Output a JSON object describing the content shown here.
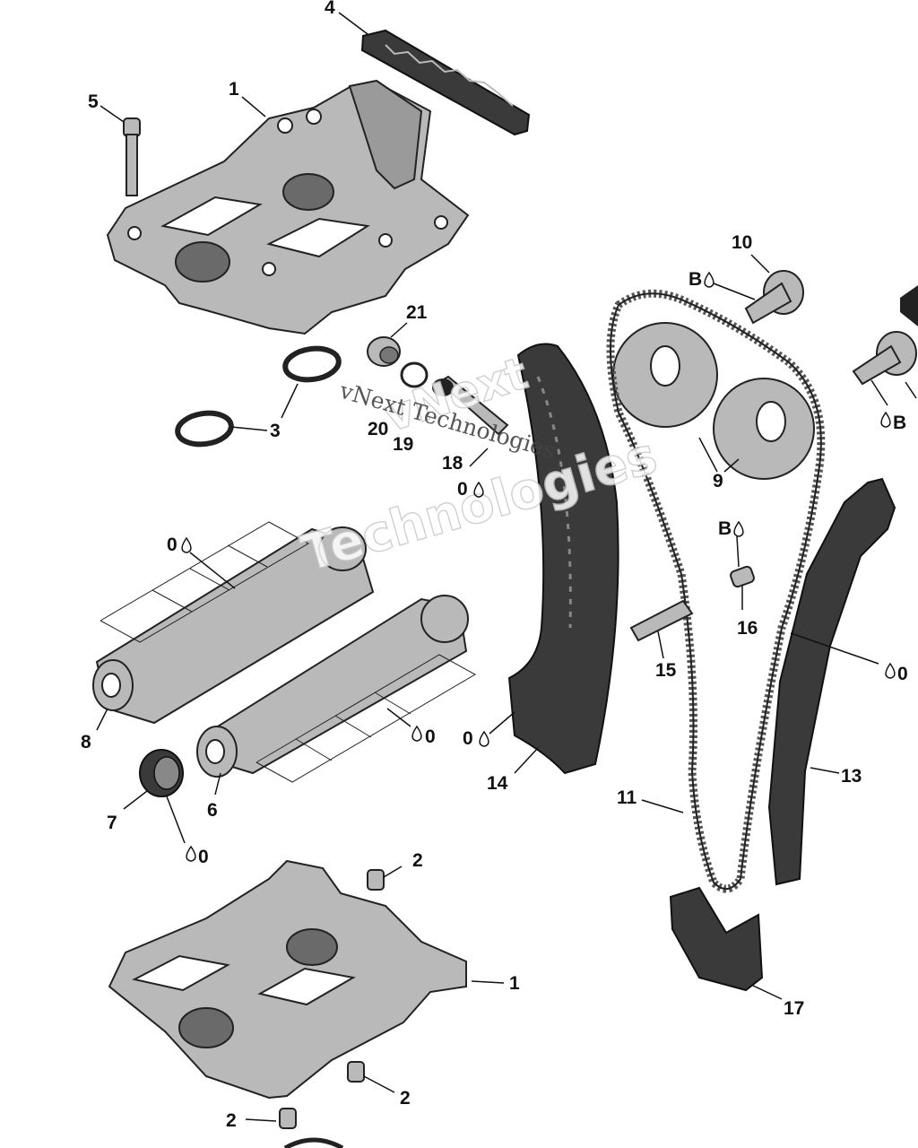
{
  "callouts": {
    "c1a": "1",
    "c1b": "1",
    "c2a": "2",
    "c2b": "2",
    "c2c": "2",
    "c3": "3",
    "c4": "4",
    "c5": "5",
    "c6": "6",
    "c7": "7",
    "c8": "8",
    "c9": "9",
    "c10": "10",
    "c11": "11",
    "c13": "13",
    "c14": "14",
    "c15": "15",
    "c16": "16",
    "c17": "17",
    "c18": "18",
    "c19": "19",
    "c20": "20",
    "c21": "21"
  },
  "lube": {
    "o_letter": "0",
    "b_letter": "B"
  },
  "watermark": {
    "line1": "vNext",
    "line2": "Technologies",
    "small": "vNext Technologies"
  }
}
